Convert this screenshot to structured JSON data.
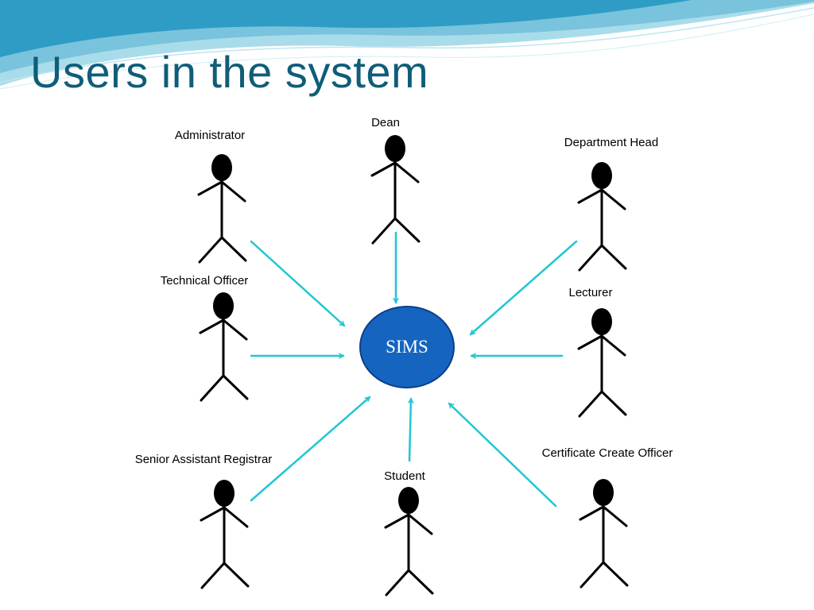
{
  "title": "Users in the system",
  "system": {
    "label": "SIMS"
  },
  "actors": [
    {
      "id": "administrator",
      "label": "Administrator"
    },
    {
      "id": "dean",
      "label": "Dean"
    },
    {
      "id": "department-head",
      "label": "Department Head"
    },
    {
      "id": "technical-officer",
      "label": "Technical Officer"
    },
    {
      "id": "lecturer",
      "label": "Lecturer"
    },
    {
      "id": "senior-assistant-registrar",
      "label": "Senior Assistant Registrar"
    },
    {
      "id": "student",
      "label": "Student"
    },
    {
      "id": "certificate-create-officer",
      "label": "Certificate Create Officer"
    }
  ],
  "colors": {
    "title": "#0f5d79",
    "arrow": "#1fc7d4",
    "hub_fill": "#1565c0",
    "hub_stroke": "#0d3f8a",
    "wave_dark": "#2f9cc6",
    "wave_light": "#a8dcea",
    "figure": "#000000"
  }
}
